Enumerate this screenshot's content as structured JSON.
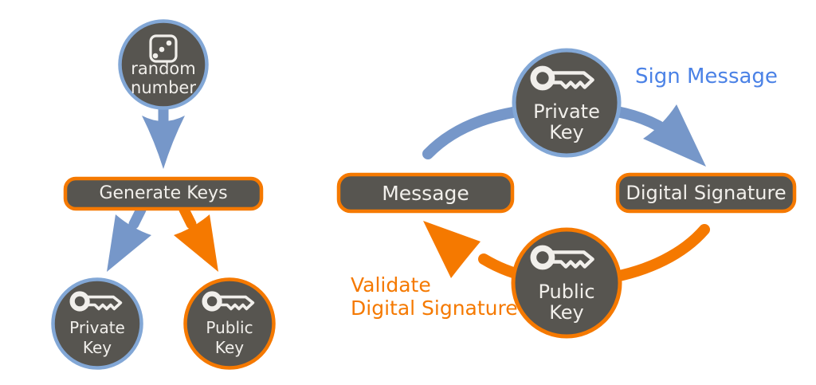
{
  "colors": {
    "background": "#ffffff",
    "node_fill": "#575550",
    "node_text": "#f1efeb",
    "blue_arrow": "#7697c9",
    "blue_border": "#82a7d6",
    "blue_text": "#4b82e6",
    "orange": "#f57900"
  },
  "left_flow": {
    "random_number": {
      "line1": "random",
      "line2": "number",
      "icon": "dice-icon"
    },
    "generate_keys": {
      "label": "Generate Keys"
    },
    "private_key": {
      "line1": "Private",
      "line2": "Key",
      "icon": "key-icon"
    },
    "public_key": {
      "line1": "Public",
      "line2": "Key",
      "icon": "key-icon"
    }
  },
  "right_flow": {
    "message": {
      "label": "Message"
    },
    "digital_signature": {
      "label": "Digital Signature"
    },
    "private_key": {
      "line1": "Private",
      "line2": "Key",
      "icon": "key-icon"
    },
    "public_key": {
      "line1": "Public",
      "line2": "Key",
      "icon": "key-icon"
    },
    "sign_message_label": "Sign Message",
    "validate_line1": "Validate",
    "validate_line2": "Digital Signature"
  }
}
